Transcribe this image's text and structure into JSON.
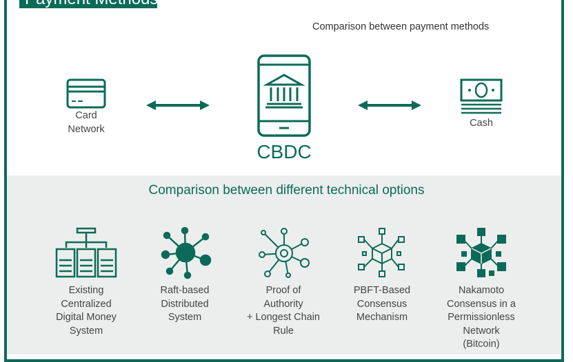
{
  "title": "Payment Methods",
  "top": {
    "subtitle": "Comparison between payment methods",
    "left_label_1": "Card",
    "left_label_2": "Network",
    "center_label": "CBDC",
    "right_label": "Cash"
  },
  "bottom": {
    "subtitle": "Comparison between different technical options",
    "options": [
      {
        "lines": [
          "Existing",
          "Centralized",
          "Digital Money",
          "System"
        ]
      },
      {
        "lines": [
          "Raft-based",
          "Distributed",
          "System"
        ]
      },
      {
        "lines": [
          "Proof of",
          "Authority",
          "+ Longest Chain",
          "Rule"
        ]
      },
      {
        "lines": [
          "PBFT-Based",
          "Consensus",
          "Mechanism"
        ]
      },
      {
        "lines": [
          "Nakamoto",
          "Consensus in a",
          "Permissionless",
          "Network",
          "(Bitcoin)"
        ]
      }
    ]
  },
  "colors": {
    "accent": "#0b6b58",
    "panel": "#eceeed"
  }
}
